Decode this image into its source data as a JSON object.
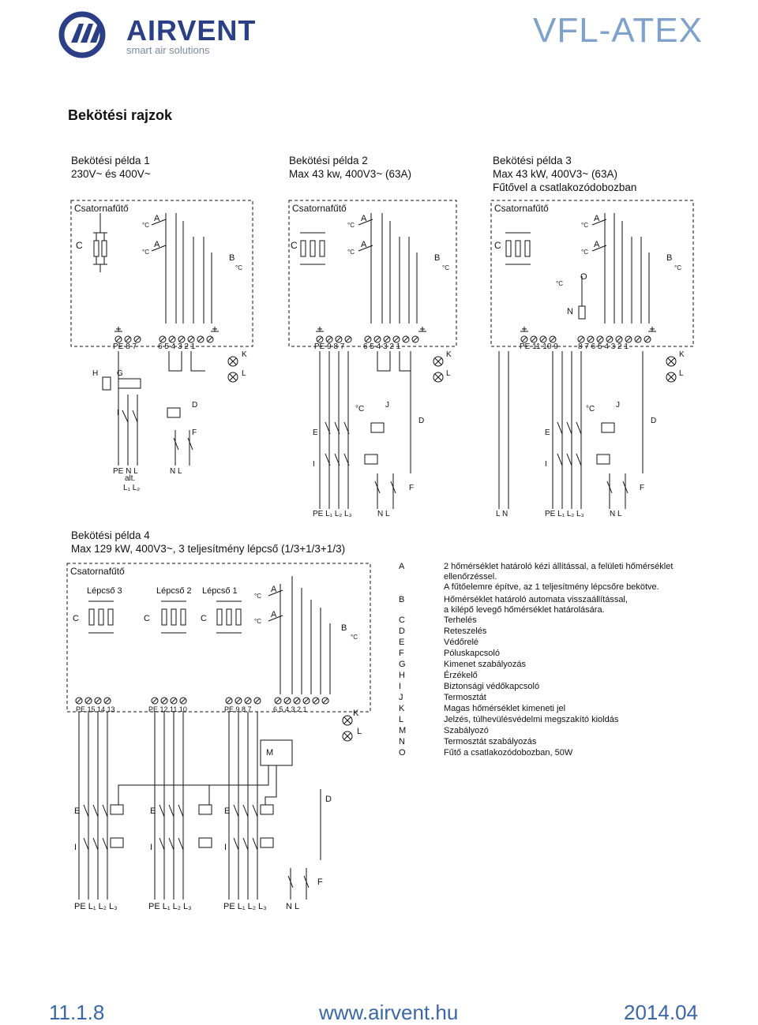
{
  "header": {
    "brand": "AIRVENT",
    "tagline": "smart air solutions",
    "model": "VFL-ATEX"
  },
  "page_title": "Bekötési rajzok",
  "examples": {
    "ex1": {
      "title": "Bekötési példa 1",
      "sub": "230V~ és 400V~"
    },
    "ex2": {
      "title": "Bekötési példa 2",
      "sub": "Max 43 kw, 400V3~ (63A)"
    },
    "ex3": {
      "title": "Bekötési példa 3",
      "sub": "Max 43 kW, 400V3~ (63A)",
      "sub2": "Fűtővel a csatlakozódobozban"
    },
    "ex4": {
      "title": "Bekötési példa 4",
      "sub": "Max 129 kW, 400V3~, 3 teljesítmény lépcső (1/3+1/3+1/3)"
    }
  },
  "diagram_labels": {
    "duct_heater": "Csatornafűtő",
    "stage3": "Lépcső 3",
    "stage2": "Lépcső 2",
    "stage1": "Lépcső 1",
    "alt": "alt.",
    "deg": "°C"
  },
  "legend": [
    {
      "letter": "A",
      "desc": "2 hőmérséklet határoló kézi állítással, a felületi hőmérséklet\nellenőrzéssel.\nA fűtőelemre építve, az 1 teljesítmény lépcsőre bekötve."
    },
    {
      "letter": "B",
      "desc": "Hőmérséklet határoló automata visszaállítással,\na kilépő levegő hőmérséklet határolására."
    },
    {
      "letter": "C",
      "desc": "Terhelés"
    },
    {
      "letter": "D",
      "desc": "Reteszelés"
    },
    {
      "letter": "E",
      "desc": "Védőrelé"
    },
    {
      "letter": "F",
      "desc": "Póluskapcsoló"
    },
    {
      "letter": "G",
      "desc": "Kimenet szabályozás"
    },
    {
      "letter": "H",
      "desc": "Érzékelő"
    },
    {
      "letter": "I",
      "desc": "Biztonsági védőkapcsoló"
    },
    {
      "letter": "J",
      "desc": "Termosztát"
    },
    {
      "letter": "K",
      "desc": "Magas hőmérséklet kimeneti jel"
    },
    {
      "letter": "L",
      "desc": "Jelzés, túlhevülésvédelmi megszakító kioldás"
    },
    {
      "letter": "M",
      "desc": "Szabályozó"
    },
    {
      "letter": "N",
      "desc": "Termosztát szabályozás"
    },
    {
      "letter": "O",
      "desc": "Fűtő a csatlakozódobozban, 50W"
    }
  ],
  "footer": {
    "left": "11.1.8",
    "center": "www.airvent.hu",
    "right": "2014.04"
  },
  "colors": {
    "brand": "#2a3f86",
    "model": "#7fa2cc",
    "footer": "#3a67a8"
  }
}
